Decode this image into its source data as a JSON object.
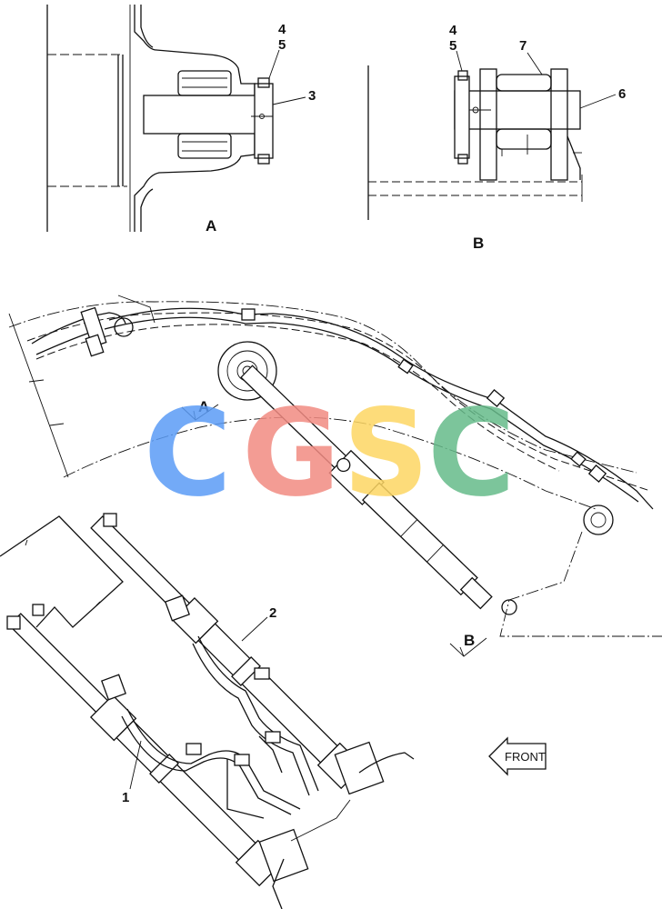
{
  "views": {
    "a": {
      "label": "A",
      "callouts": [
        "4",
        "5",
        "3"
      ]
    },
    "b": {
      "label": "B",
      "callouts": [
        "4",
        "5",
        "7",
        "6"
      ]
    }
  },
  "main": {
    "section_labels": [
      "A",
      "B"
    ],
    "callouts": [
      "2",
      "1"
    ],
    "front_label": "FRONT"
  },
  "watermark": {
    "letters": [
      "C",
      "G",
      "S",
      "C"
    ],
    "colors": [
      "#5b9cf6",
      "#f28b82",
      "#fdd663",
      "#66bb8a"
    ]
  }
}
